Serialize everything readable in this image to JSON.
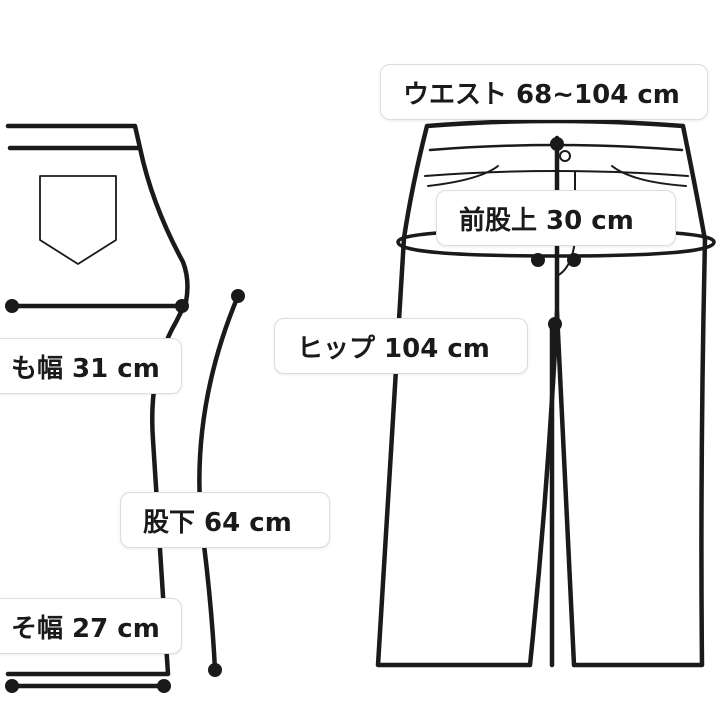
{
  "measurements": {
    "waist": "ウエスト 68~104 cm",
    "front_rise": "前股上 30 cm",
    "hip": "ヒップ 104 cm",
    "thigh_width": "も幅 31 cm",
    "inseam": "股下 64 cm",
    "hem_width": "そ幅 27 cm"
  },
  "colors": {
    "line": "#1a1a1a",
    "label_border": "#dcdcdc",
    "background": "#ffffff"
  }
}
